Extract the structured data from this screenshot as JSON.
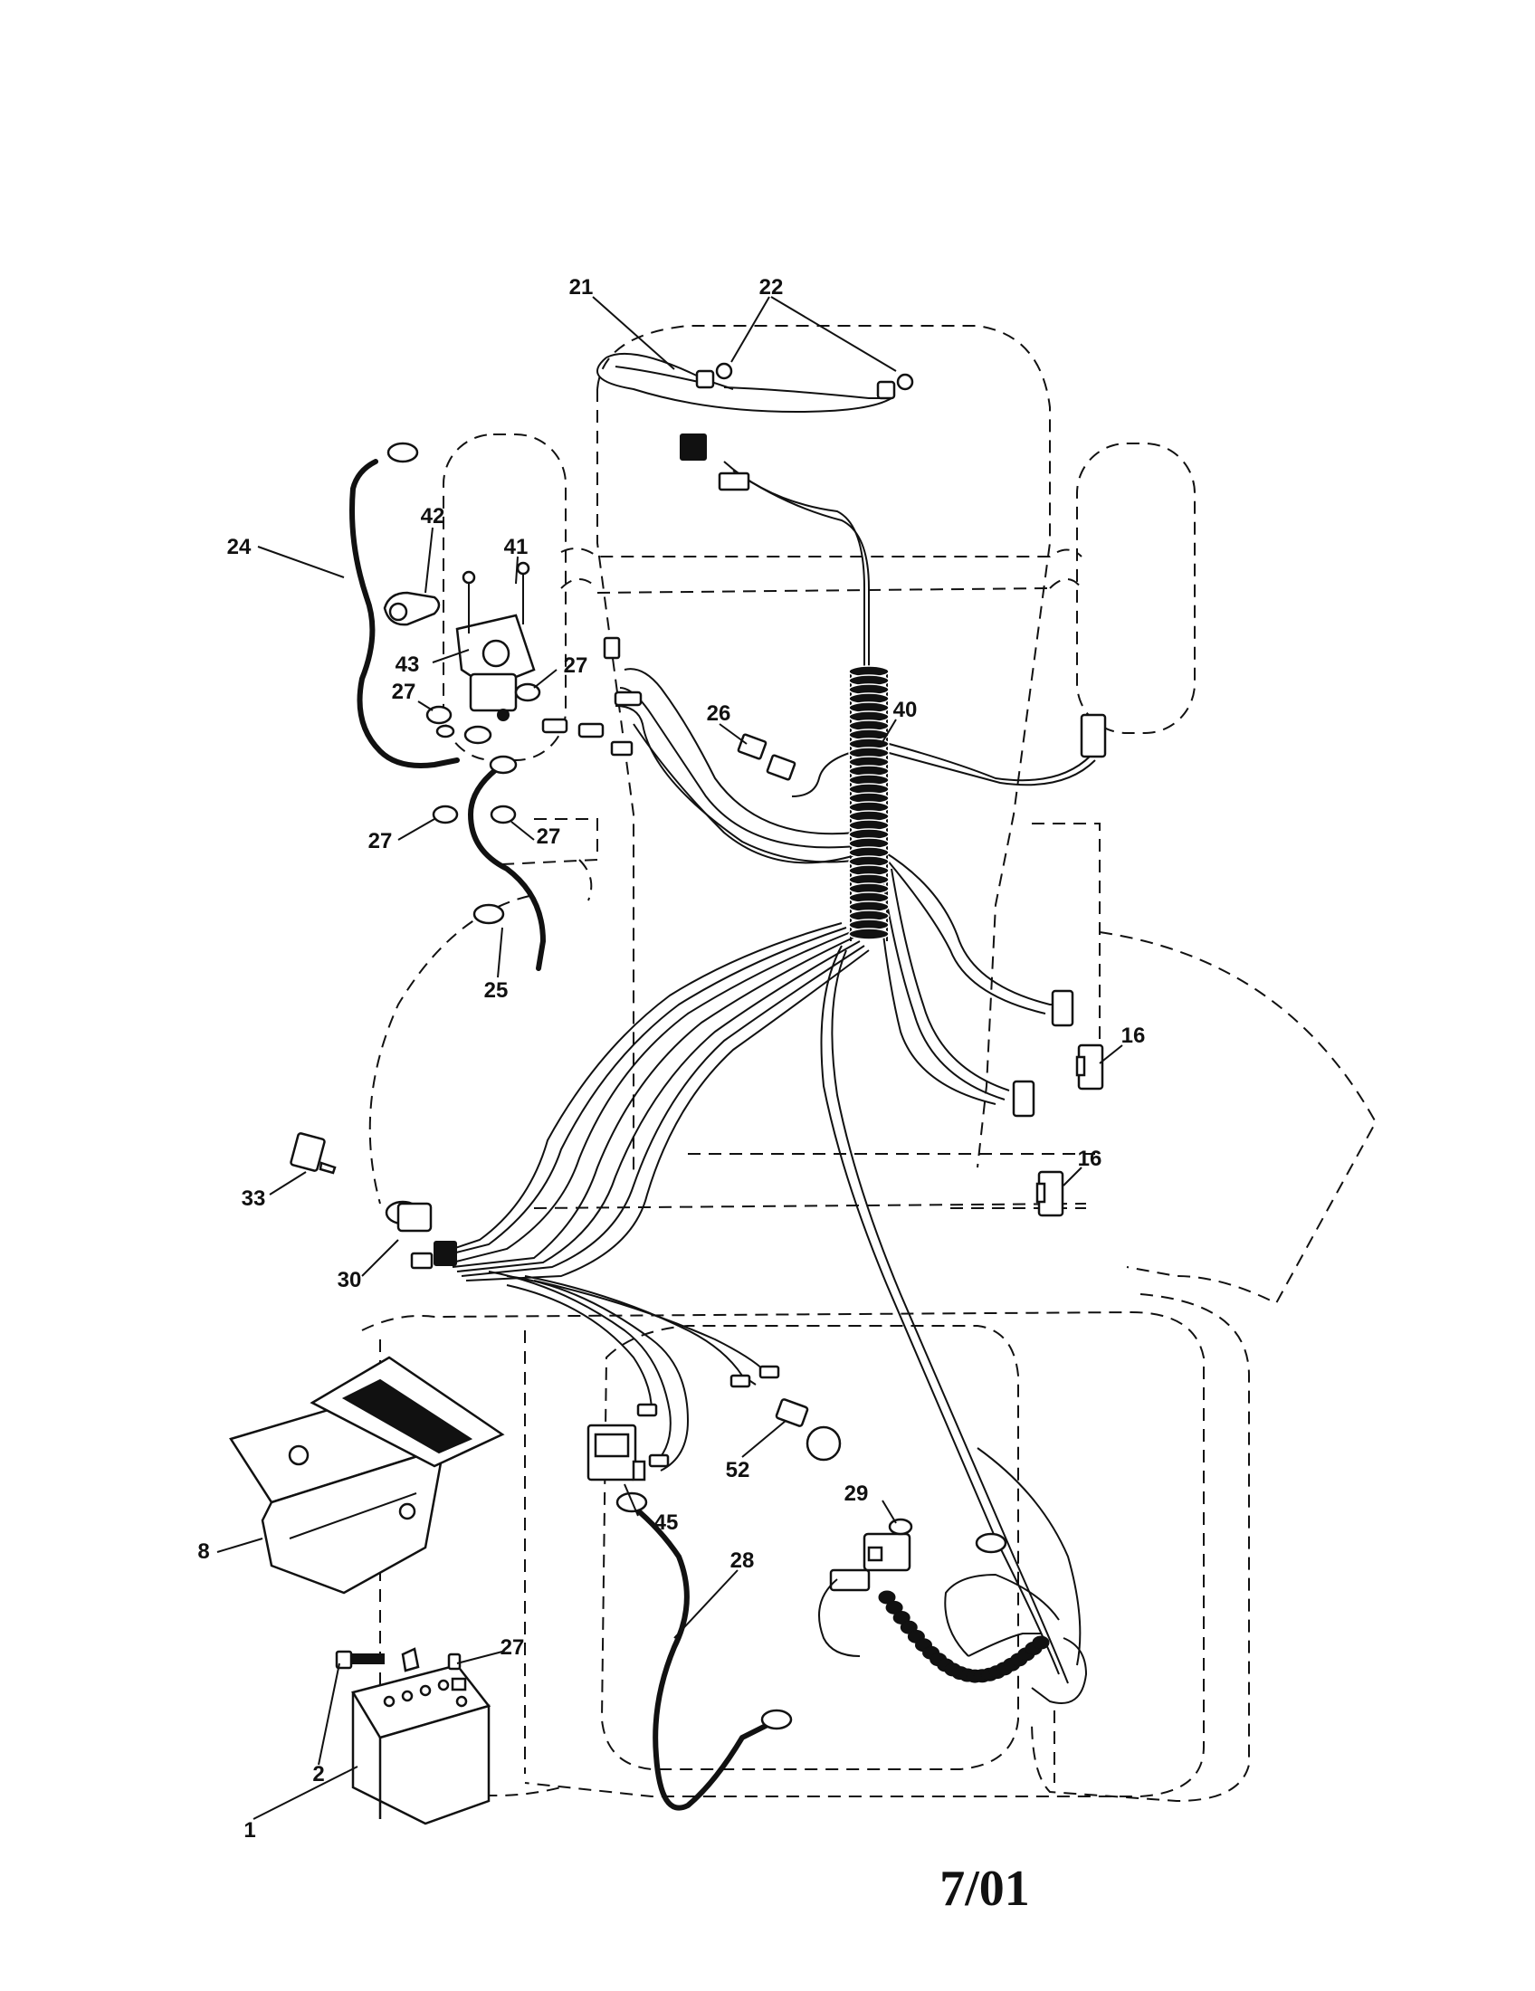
{
  "callouts": {
    "c21": "21",
    "c22": "22",
    "c24": "24",
    "c42": "42",
    "c41": "41",
    "c43": "43",
    "c27a": "27",
    "c27b": "27",
    "c27c": "27",
    "c27d": "27",
    "c27e": "27",
    "c26": "26",
    "c40": "40",
    "c25": "25",
    "c16a": "16",
    "c16b": "16",
    "c33": "33",
    "c30": "30",
    "c8": "8",
    "c52": "52",
    "c45": "45",
    "c29": "29",
    "c28": "28",
    "c2": "2",
    "c1": "1"
  },
  "revision_date": "7/01"
}
